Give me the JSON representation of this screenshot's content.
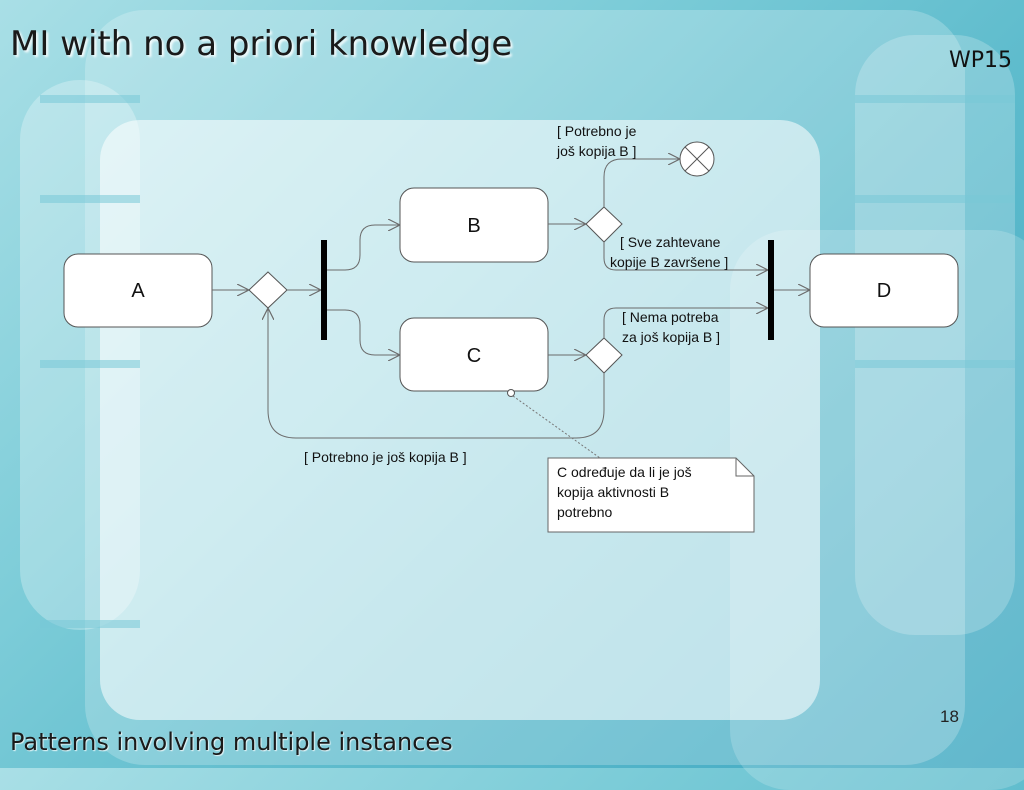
{
  "slide": {
    "title": "MI with no a priori knowledge",
    "wp_label": "WP15",
    "footer": "Patterns involving multiple instances",
    "page_number": "18"
  },
  "diagram": {
    "activities": {
      "a": "A",
      "b": "B",
      "c": "C",
      "d": "D"
    },
    "guards": {
      "more_copies_top_line1": "[ Potrebno je",
      "more_copies_top_line2": "još kopija B ]",
      "all_done_line1": "[ Sve zahtevane",
      "all_done_line2": "kopije B završene ]",
      "no_need_line1": "[ Nema potreba",
      "no_need_line2": "za još kopija B ]",
      "loop_back": "[ Potrebno je još kopija B ]"
    },
    "note": {
      "line1": "C određuje da li je još",
      "line2": "kopija aktivnosti B",
      "line3": "potrebno"
    }
  }
}
